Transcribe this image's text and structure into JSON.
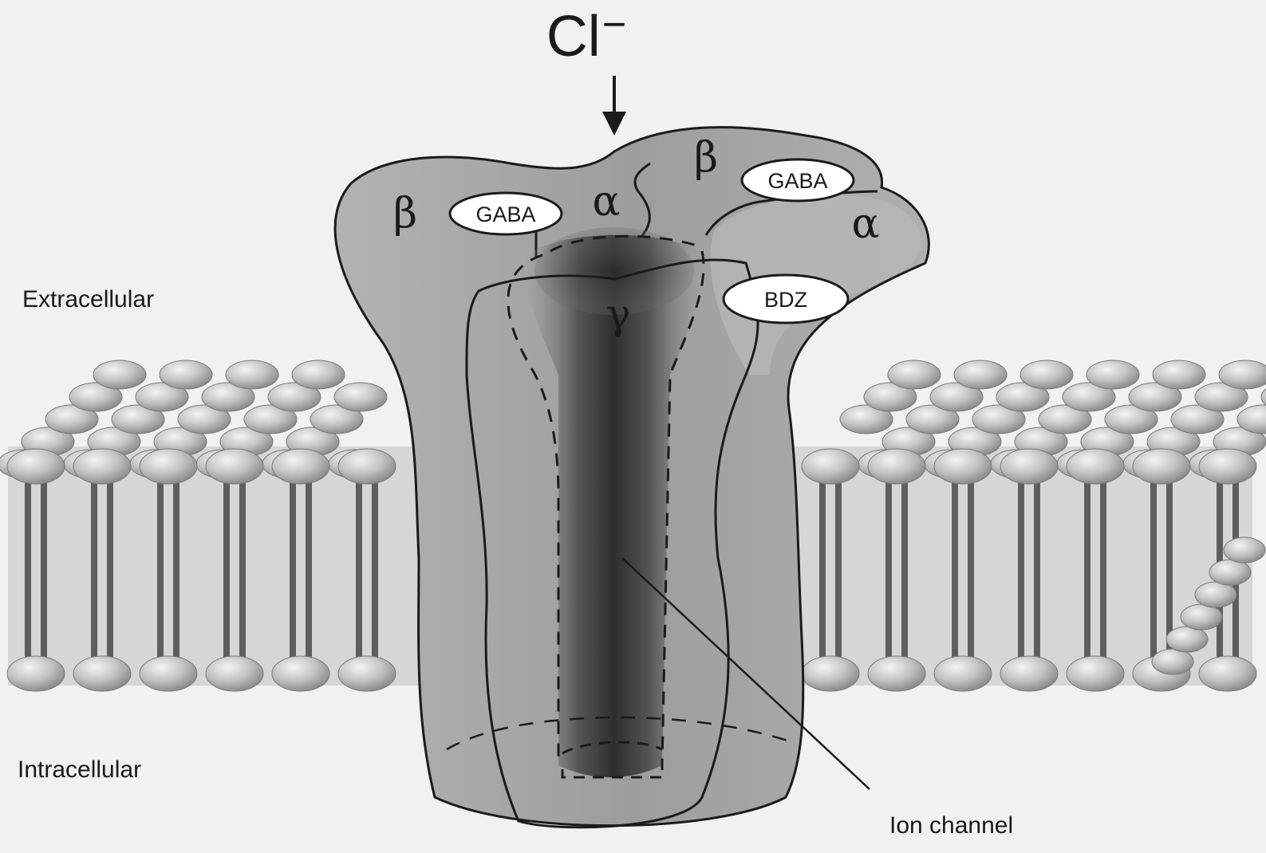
{
  "ion": {
    "symbol": "Cl",
    "charge": "−"
  },
  "labels": {
    "extracellular": "Extracellular",
    "intracellular": "Intracellular",
    "ion_channel": "Ion channel"
  },
  "subunits": {
    "beta_left": "β",
    "alpha_left": "α",
    "beta_right": "β",
    "alpha_right": "α",
    "gamma": "γ"
  },
  "binding_sites": {
    "gaba_left": "GABA",
    "gaba_right": "GABA",
    "bdz": "BDZ"
  },
  "icons": [
    "down-arrow-icon"
  ],
  "colors": {
    "background": "#f1f1f1",
    "protein": "#a8a8a8",
    "channel": "#3c3c3c",
    "lipid_head": "#c6c6c6",
    "lipid_tail": "#6e6e6e"
  }
}
